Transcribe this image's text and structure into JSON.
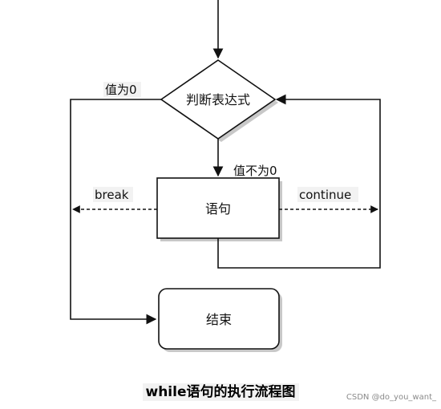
{
  "diagram": {
    "nodes": {
      "condition": "判断表达式",
      "statement": "语句",
      "end": "结束"
    },
    "edges": {
      "zero": "值为0",
      "nonzero": "值不为0",
      "break": "break",
      "continue": "continue"
    },
    "caption": "while语句的执行流程图"
  },
  "watermark": "CSDN @do_you_want_",
  "colors": {
    "stroke": "#111111",
    "shadow": "#c8c8c8",
    "label_bg": "#f2f2f2"
  }
}
